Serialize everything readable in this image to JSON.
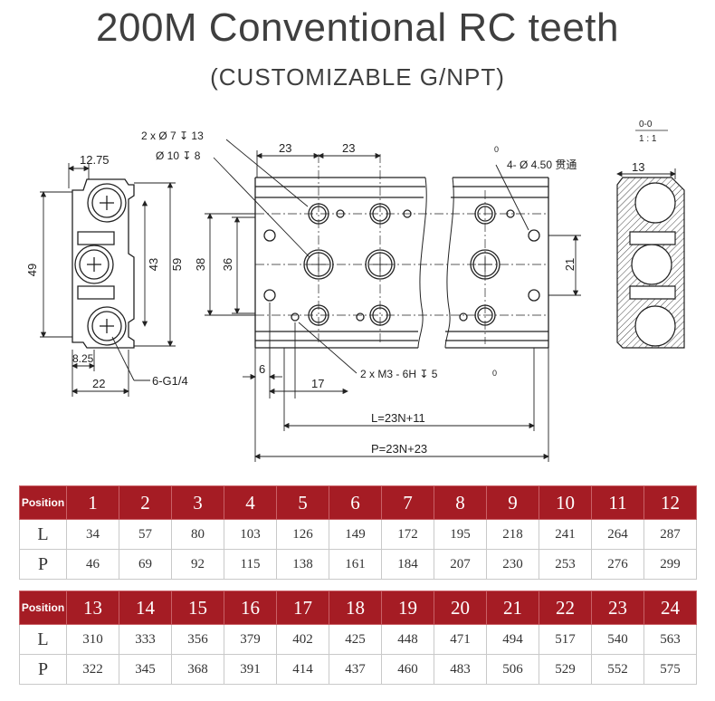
{
  "header": {
    "title": "200M Conventional RC teeth",
    "subtitle": "(CUSTOMIZABLE G/NPT)"
  },
  "drawing": {
    "left_view": {
      "dim_top": "12.75",
      "dim_height_outer": "49",
      "dim_height_inner_a": "43",
      "dim_height_inner_b": "59",
      "dim_bottom_small": "8.25",
      "dim_bottom_width": "22",
      "port_note": "6-G1/4"
    },
    "front_view": {
      "callout_holes_a": "2 x Ø 7 ↧ 13",
      "callout_holes_b": "Ø 10 ↧ 8",
      "pitch_1": "23",
      "pitch_2": "23",
      "dim_38": "38",
      "dim_36": "36",
      "dim_21": "21",
      "mount_note": "4- Ø 4.50 贯通",
      "mount_note_sup": "0",
      "thread_note": "2 x  M3 - 6H ↧ 5",
      "thread_note_sup": "0",
      "dim_6": "6",
      "dim_17": "17",
      "length_L": "L=23N+11",
      "length_P": "P=23N+23"
    },
    "section_view": {
      "section_label": "0-0",
      "scale": "1 : 1",
      "width": "13"
    }
  },
  "tables": [
    {
      "header_label": "Position",
      "positions": [
        "1",
        "2",
        "3",
        "4",
        "5",
        "6",
        "7",
        "8",
        "9",
        "10",
        "11",
        "12"
      ],
      "rows": [
        {
          "label": "L",
          "values": [
            "34",
            "57",
            "80",
            "103",
            "126",
            "149",
            "172",
            "195",
            "218",
            "241",
            "264",
            "287"
          ]
        },
        {
          "label": "P",
          "values": [
            "46",
            "69",
            "92",
            "115",
            "138",
            "161",
            "184",
            "207",
            "230",
            "253",
            "276",
            "299"
          ]
        }
      ]
    },
    {
      "header_label": "Position",
      "positions": [
        "13",
        "14",
        "15",
        "16",
        "17",
        "18",
        "19",
        "20",
        "21",
        "22",
        "23",
        "24"
      ],
      "rows": [
        {
          "label": "L",
          "values": [
            "310",
            "333",
            "356",
            "379",
            "402",
            "425",
            "448",
            "471",
            "494",
            "517",
            "540",
            "563"
          ]
        },
        {
          "label": "P",
          "values": [
            "322",
            "345",
            "368",
            "391",
            "414",
            "437",
            "460",
            "483",
            "506",
            "529",
            "552",
            "575"
          ]
        }
      ]
    }
  ],
  "colors": {
    "header_red": "#a51c24",
    "line": "#222222"
  }
}
